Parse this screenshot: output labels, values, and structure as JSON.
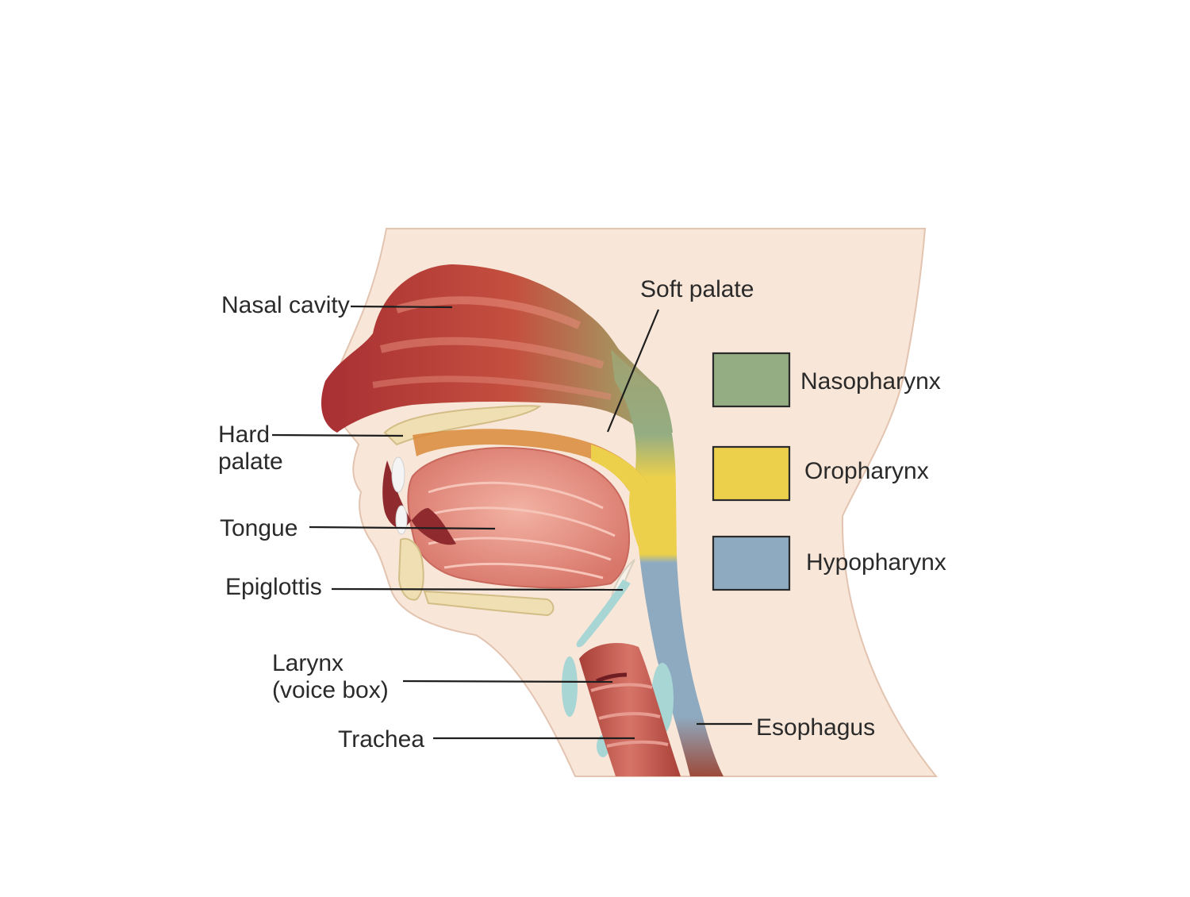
{
  "labels": {
    "nasal_cavity": "Nasal cavity",
    "soft_palate": "Soft palate",
    "hard_palate_line1": "Hard",
    "hard_palate_line2": "palate",
    "tongue": "Tongue",
    "epiglottis": "Epiglottis",
    "larynx_line1": "Larynx",
    "larynx_line2": "(voice box)",
    "trachea": "Trachea",
    "esophagus": "Esophagus"
  },
  "legend": [
    {
      "label": "Nasopharynx",
      "color": "#94ad82"
    },
    {
      "label": "Oropharynx",
      "color": "#ecd04c"
    },
    {
      "label": "Hypopharynx",
      "color": "#8eaac0"
    }
  ],
  "colors": {
    "skin": "#f8e6d8",
    "skin_edge": "#d9b39e",
    "nasal_tissue": "#b83c3c",
    "tongue": "#e28b7e",
    "bone": "#efdfb3",
    "cartilage": "#a8d6d4",
    "trachea": "#c2564b"
  }
}
